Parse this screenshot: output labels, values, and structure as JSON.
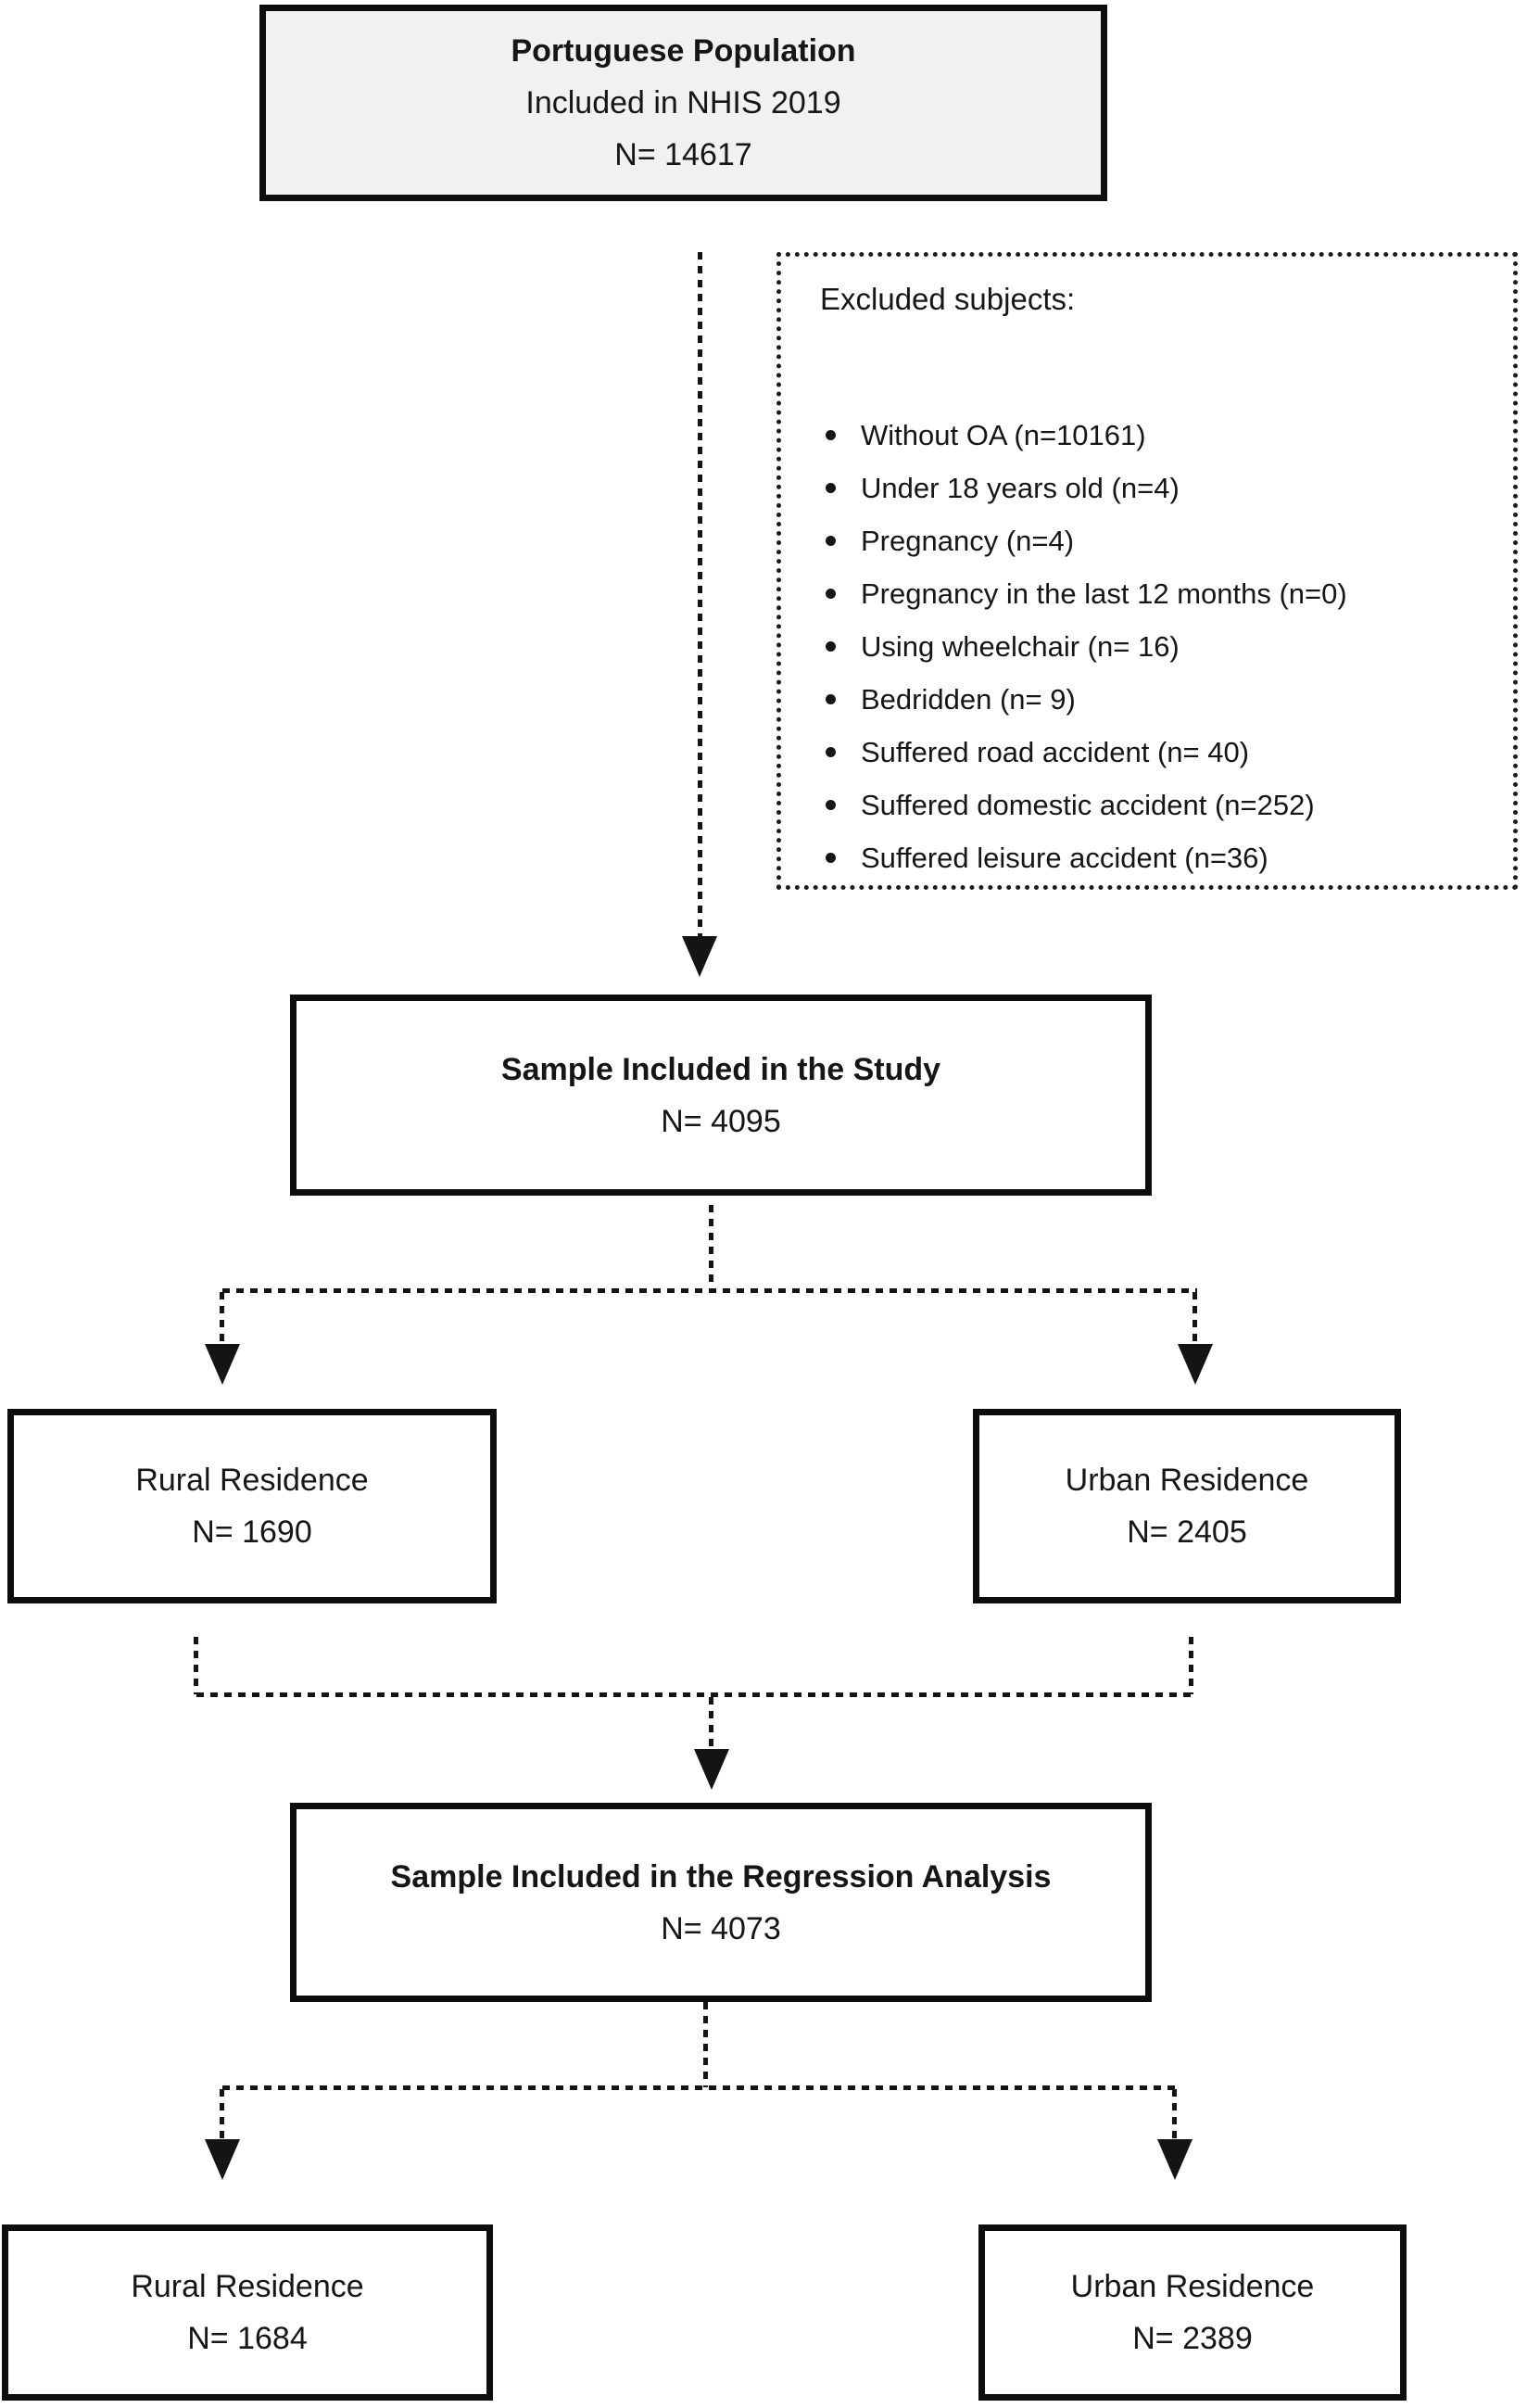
{
  "diagram": {
    "nodes": {
      "population": {
        "title": "Portuguese Population",
        "subtitle": "Included in NHIS 2019",
        "n_label": "N= 14617"
      },
      "excluded": {
        "title": "Excluded subjects:",
        "items": [
          "Without OA (n=10161)",
          "Under 18 years old (n=4)",
          "Pregnancy (n=4)",
          "Pregnancy in the last 12 months (n=0)",
          "Using wheelchair (n= 16)",
          "Bedridden (n= 9)",
          "Suffered road accident (n= 40)",
          "Suffered domestic accident (n=252)",
          "Suffered leisure accident (n=36)"
        ]
      },
      "study": {
        "title": "Sample Included in the Study",
        "n_label": "N= 4095"
      },
      "rural_study": {
        "title": "Rural Residence",
        "n_label": "N= 1690"
      },
      "urban_study": {
        "title": "Urban Residence",
        "n_label": "N= 2405"
      },
      "regression": {
        "title": "Sample Included in the Regression Analysis",
        "n_label": "N= 4073"
      },
      "rural_regression": {
        "title": "Rural Residence",
        "n_label": "N= 1684"
      },
      "urban_regression": {
        "title": "Urban Residence",
        "n_label": "N= 2389"
      }
    },
    "colors": {
      "box_border": "#0d0d0d",
      "population_fill": "#f1f1f1",
      "box_fill": "#ffffff",
      "connector": "#141414",
      "text": "#161616"
    }
  }
}
